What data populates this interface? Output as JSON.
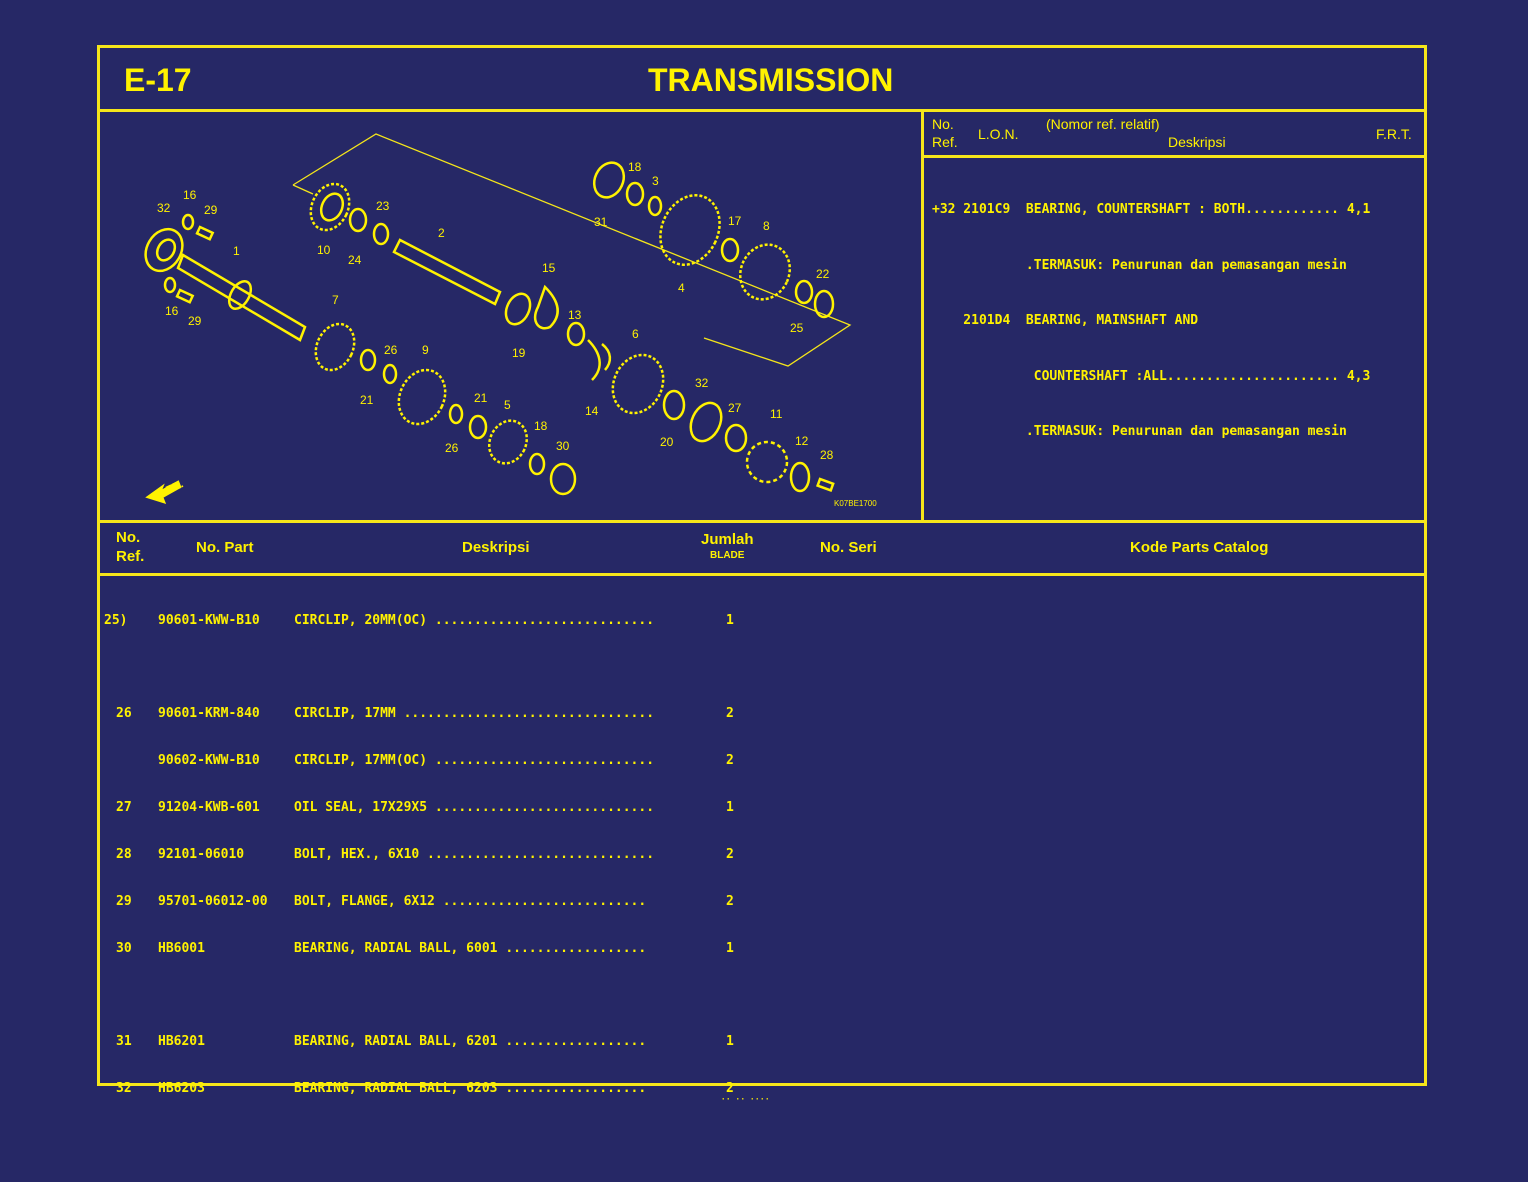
{
  "page": {
    "code": "E-17",
    "title": "TRANSMISSION",
    "footer_partial": "·· ·· ····"
  },
  "colors": {
    "background": "#262866",
    "foreground": "#fff200",
    "border": "#f5e61a"
  },
  "diagram": {
    "front_label": "FR.",
    "figure_code": "K07BE1700",
    "callouts": [
      "1",
      "2",
      "3",
      "4",
      "5",
      "6",
      "7",
      "8",
      "9",
      "10",
      "11",
      "12",
      "13",
      "14",
      "15",
      "16",
      "16",
      "17",
      "18",
      "18",
      "19",
      "20",
      "21",
      "21",
      "22",
      "23",
      "24",
      "25",
      "26",
      "26",
      "27",
      "28",
      "29",
      "29",
      "30",
      "31",
      "32",
      "32"
    ]
  },
  "lon_panel": {
    "headers": {
      "no_ref_1": "No.",
      "no_ref_2": "Ref.",
      "lon": "L.O.N.",
      "relative": "(Nomor ref. relatif)",
      "deskripsi": "Deskripsi",
      "frt": "F.R.T."
    },
    "lines": [
      "+32 2101C9  BEARING, COUNTERSHAFT : BOTH............ 4,1",
      "            .TERMASUK: Penurunan dan pemasangan mesin",
      "    2101D4  BEARING, MAINSHAFT AND",
      "             COUNTERSHAFT :ALL...................... 4,3",
      "            .TERMASUK: Penurunan dan pemasangan mesin"
    ]
  },
  "parts_table": {
    "headers": {
      "no_ref_1": "No.",
      "no_ref_2": "Ref.",
      "no_part": "No. Part",
      "deskripsi": "Deskripsi",
      "jumlah": "Jumlah",
      "blade": "BLADE",
      "no_seri": "No. Seri",
      "kode": "Kode Parts Catalog"
    },
    "rows": [
      {
        "ref": "25)",
        "part": "90601-KWW-B10",
        "desc": "CIRCLIP, 20MM(OC) ............................",
        "qty": "1"
      },
      {
        "gap": true
      },
      {
        "ref": "26",
        "part": "90601-KRM-840",
        "desc": "CIRCLIP, 17MM ................................",
        "qty": "2"
      },
      {
        "ref": "",
        "part": "90602-KWW-B10",
        "desc": "CIRCLIP, 17MM(OC) ............................",
        "qty": "2"
      },
      {
        "ref": "27",
        "part": "91204-KWB-601",
        "desc": "OIL SEAL, 17X29X5 ............................",
        "qty": "1"
      },
      {
        "ref": "28",
        "part": "92101-06010",
        "desc": "BOLT, HEX., 6X10 .............................",
        "qty": "2"
      },
      {
        "ref": "29",
        "part": "95701-06012-00",
        "desc": "BOLT, FLANGE, 6X12 ..........................",
        "qty": "2"
      },
      {
        "ref": "30",
        "part": "HB6001",
        "desc": "BEARING, RADIAL BALL, 6001 ..................",
        "qty": "1"
      },
      {
        "gap": true
      },
      {
        "ref": "31",
        "part": "HB6201",
        "desc": "BEARING, RADIAL BALL, 6201 ..................",
        "qty": "1"
      },
      {
        "ref": "32",
        "part": "HB6203",
        "desc": "BEARING, RADIAL BALL, 6203 ..................",
        "qty": "2"
      }
    ]
  }
}
